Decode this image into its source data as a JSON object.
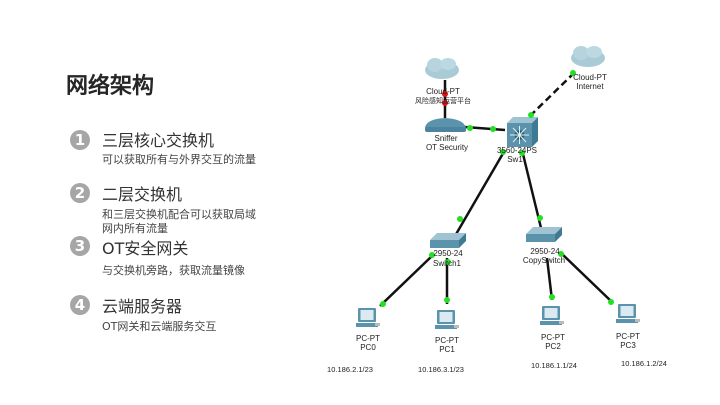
{
  "title": "网络架构",
  "items": [
    {
      "num": "1",
      "heading": "三层核心交换机",
      "desc": "可以获取所有与外界交互的流量"
    },
    {
      "num": "2",
      "heading": "二层交换机",
      "desc": "和三层交换机配合可以获取局域网内所有流量"
    },
    {
      "num": "3",
      "heading": "OT安全网关",
      "desc": "与交换机旁路，获取流量镜像"
    },
    {
      "num": "4",
      "heading": "云端服务器",
      "desc": "OT网关和云端服务交互"
    }
  ],
  "diagram": {
    "cloud_left": {
      "type": "Cloud-PT",
      "name": "风险感知运营平台"
    },
    "cloud_right": {
      "type": "Cloud-PT",
      "name": "Internet"
    },
    "sniffer": {
      "type": "Sniffer",
      "name": "OT Security"
    },
    "sw1": {
      "type": "3560-24PS",
      "name": "Sw1"
    },
    "switch1": {
      "type": "2950-24",
      "name": "Switch1"
    },
    "copyswitch": {
      "type": "2950-24",
      "name": "CopySwitch"
    },
    "pcs": [
      {
        "type": "PC-PT",
        "name": "PC0",
        "ip": "10.186.2.1/23"
      },
      {
        "type": "PC-PT",
        "name": "PC1",
        "ip": "10.186.3.1/23"
      },
      {
        "type": "PC-PT",
        "name": "PC2",
        "ip": "10.186.1.1/24"
      },
      {
        "type": "PC-PT",
        "name": "PC3",
        "ip": "10.186.1.2/24"
      }
    ],
    "colors": {
      "link_up": "#22e022",
      "link_down": "#e01010",
      "device": "#5b93ad"
    }
  }
}
